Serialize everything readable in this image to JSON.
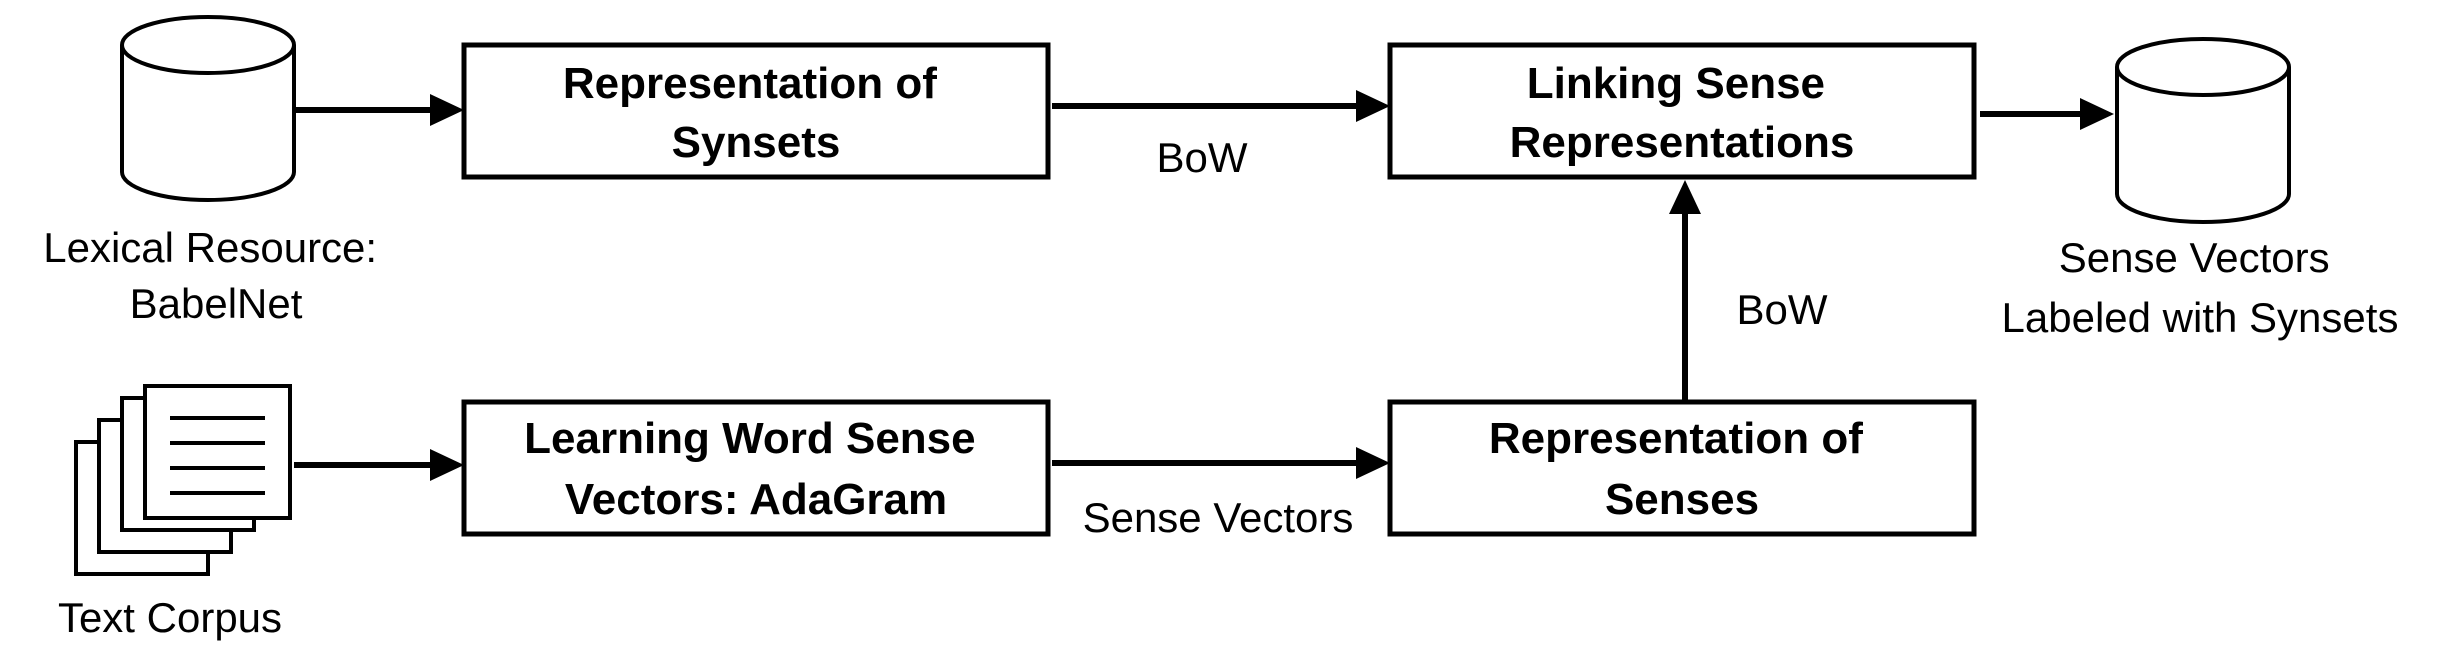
{
  "diagram": {
    "boxes": {
      "repr_synsets": [
        "Representation of",
        "Synsets"
      ],
      "linking": [
        "Linking Sense",
        "Representations"
      ],
      "learning": [
        "Learning Word Sense",
        "Vectors: AdaGram"
      ],
      "repr_senses": [
        "Representation of",
        "Senses"
      ]
    },
    "resources": {
      "lexical": [
        "Lexical Resource:",
        "BabelNet"
      ],
      "corpus": [
        "Text Corpus"
      ],
      "output": [
        "Sense Vectors",
        "Labeled with Synsets"
      ]
    },
    "edge_labels": {
      "synsets_to_linking": "BoW",
      "senses_to_linking": "BoW",
      "learning_to_senses": "Sense Vectors"
    }
  }
}
